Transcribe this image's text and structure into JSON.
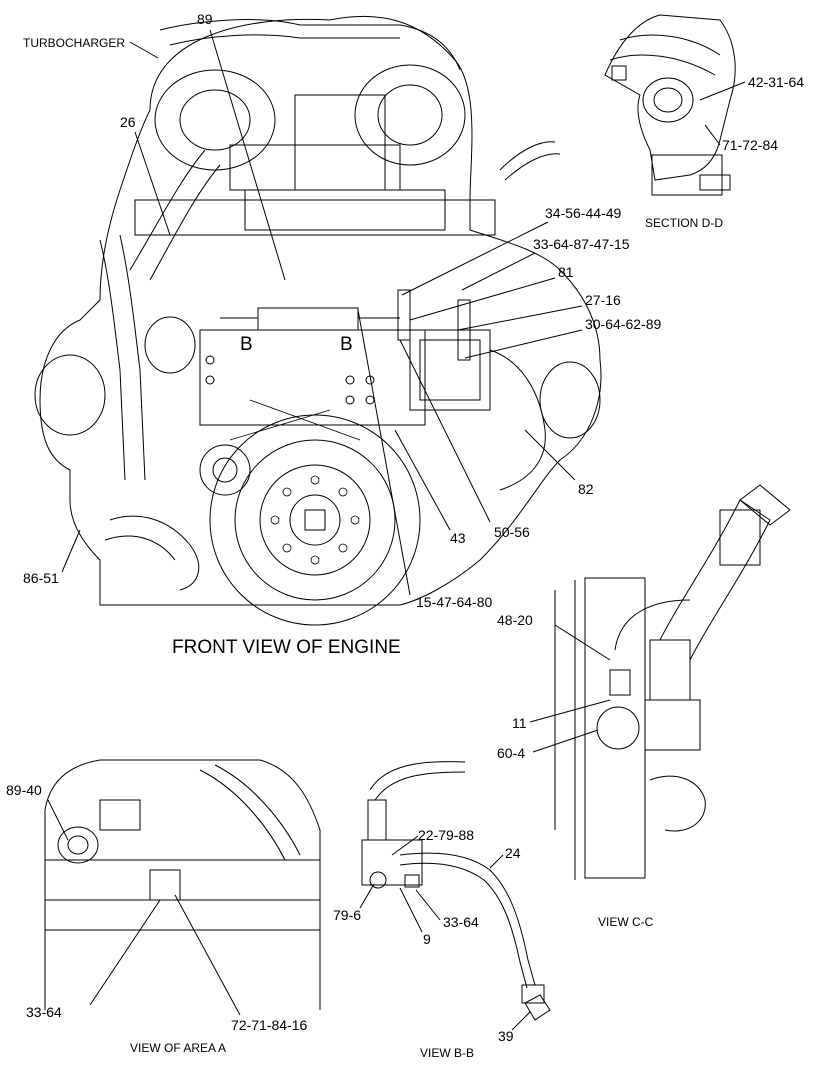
{
  "views": {
    "front": {
      "title": "FRONT VIEW OF ENGINE",
      "turbo_label": "TURBOCHARGER",
      "section_b_left": "B",
      "section_b_right": "B"
    },
    "section_dd": "SECTION D-D",
    "view_cc": "VIEW C-C",
    "view_area_a": "VIEW OF AREA A",
    "view_bb": "VIEW B-B"
  },
  "callouts": {
    "c89": "89",
    "c26": "26",
    "c42_31_64": "42-31-64",
    "c71_72_84": "71-72-84",
    "c34_56_44_49": "34-56-44-49",
    "c33_64_87_47_15": "33-64-87-47-15",
    "c81": "81",
    "c27_16": "27-16",
    "c30_64_62_89": "30-64-62-89",
    "c82": "82",
    "c43": "43",
    "c50_56": "50-56",
    "c86_51": "86-51",
    "c15_47_64_80": "15-47-64-80",
    "c48_20": "48-20",
    "c11": "11",
    "c60_4": "60-4",
    "c89_40": "89-40",
    "c22_79_88": "22-79-88",
    "c24": "24",
    "c79_6": "79-6",
    "c9": "9",
    "c33_64_bb": "33-64",
    "c33_64_a": "33-64",
    "c72_71_84_16": "72-71-84-16",
    "c39": "39"
  }
}
